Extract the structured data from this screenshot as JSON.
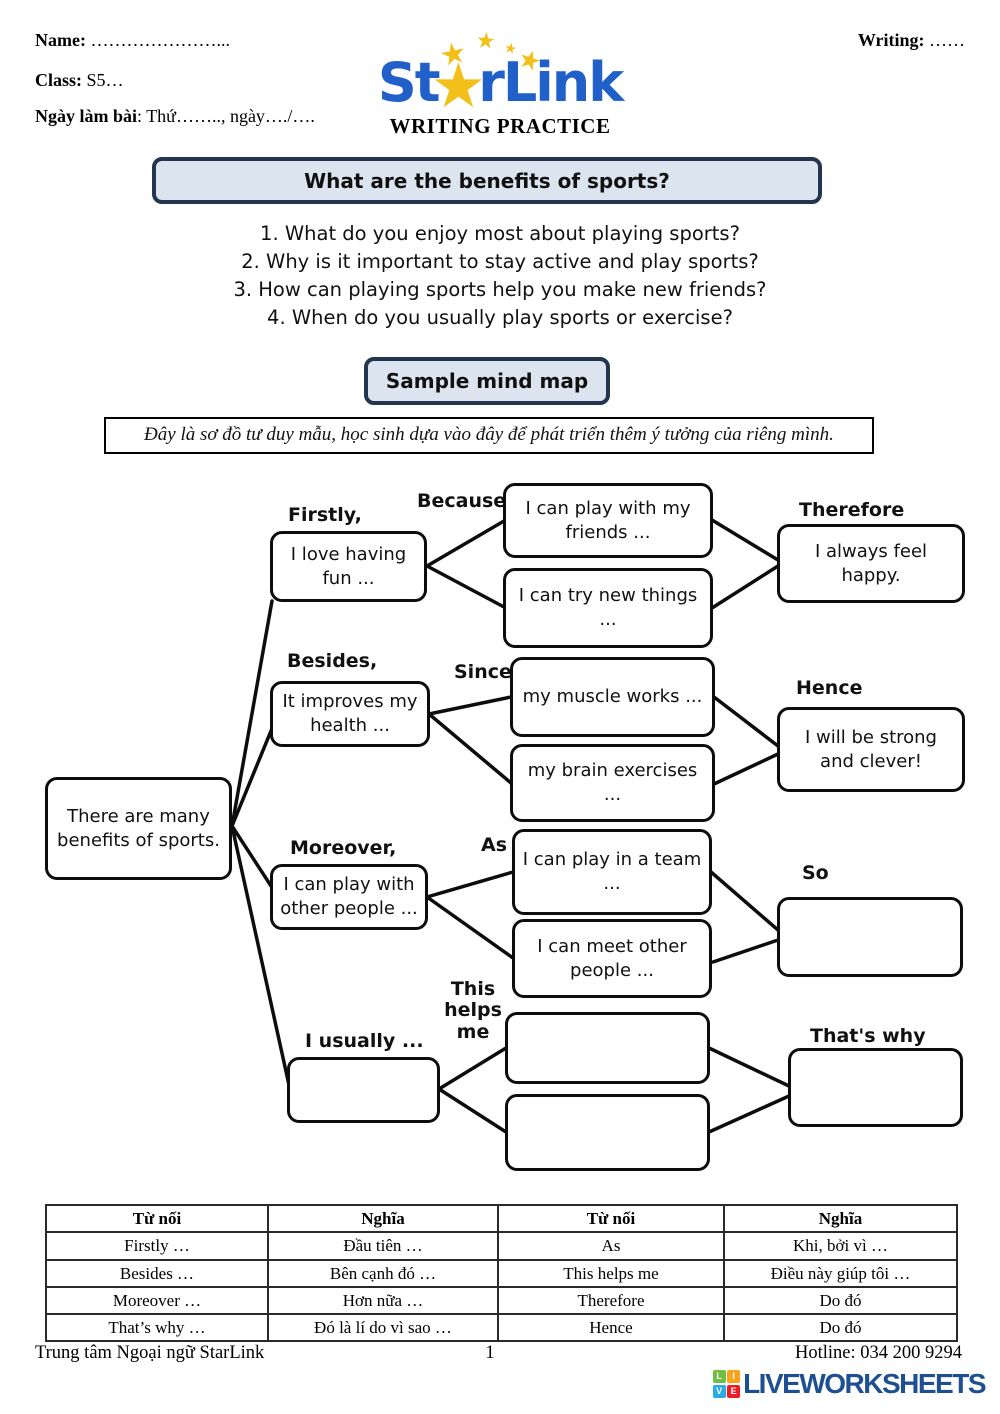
{
  "header": {
    "name_label": "Name:",
    "name_value": "…………………...",
    "class_label": "Class:",
    "class_value": "S5…",
    "date_label": "Ngày làm bài",
    "date_value": ": Thứ…….., ngày…./….",
    "writing_label": "Writing:",
    "writing_value": "……",
    "logo": {
      "part1": "St",
      "part2": "rLink",
      "star_glyph": "★",
      "subtitle": "WRITING PRACTICE",
      "brand_blue": "#2160c8",
      "brand_gold": "#f2c018"
    }
  },
  "title_box": "What are the benefits of sports?",
  "questions": [
    "1. What do you enjoy most about playing sports?",
    "2. Why is it important to stay active and play sports?",
    "3. How can playing sports help you make new friends?",
    "4. When do you usually play sports or exercise?"
  ],
  "sample_box": "Sample mind map",
  "note": "Đây là sơ đồ tư duy mẫu, học sinh dựa vào đây để phát triển thêm ý tưởng của riêng mình.",
  "mindmap": {
    "root": "There are many benefits of sports.",
    "branches": [
      {
        "label": "Firstly,",
        "main": "I love having fun ...",
        "connector": "Because",
        "middle1": "I can play with my friends ...",
        "middle2": "I can try new things ...",
        "result_label": "Therefore",
        "result": "I always feel happy."
      },
      {
        "label": "Besides,",
        "main": "It improves my health ...",
        "connector": "Since",
        "middle1": "my muscle works ...",
        "middle2": "my brain exercises ...",
        "result_label": "Hence",
        "result": "I will be strong and clever!"
      },
      {
        "label": "Moreover,",
        "main": "I can play with other people ...",
        "connector": "As",
        "middle1": "I can play in a team ...",
        "middle2": "I can meet other people ...",
        "result_label": "So",
        "result": ""
      },
      {
        "label": "I usually ...",
        "main": "",
        "connector": "This helps me",
        "middle1": "",
        "middle2": "",
        "result_label": "That's why",
        "result": ""
      }
    ]
  },
  "table": {
    "headers": [
      "Từ nối",
      "Nghĩa",
      "Từ nối",
      "Nghĩa"
    ],
    "rows": [
      [
        "Firstly …",
        "Đầu tiên …",
        "As",
        "Khi, bởi vì …"
      ],
      [
        "Besides …",
        "Bên cạnh đó …",
        "This helps me",
        "Điều này giúp tôi …"
      ],
      [
        "Moreover …",
        "Hơn nữa …",
        "Therefore",
        "Do đó"
      ],
      [
        "That’s why …",
        "Đó là lí do vì sao …",
        "Hence",
        "Do đó"
      ]
    ]
  },
  "footer": {
    "center_name": "Trung tâm Ngoại ngữ StarLink",
    "page_number": "1",
    "hotline": "Hotline: 034 200 9294",
    "logo_text": "LIVEWORKSHEETS",
    "logo_squares": {
      "s1": "L",
      "s2": "I",
      "s3": "V",
      "s4": "E"
    },
    "logo_navy": "#1d4f91"
  }
}
